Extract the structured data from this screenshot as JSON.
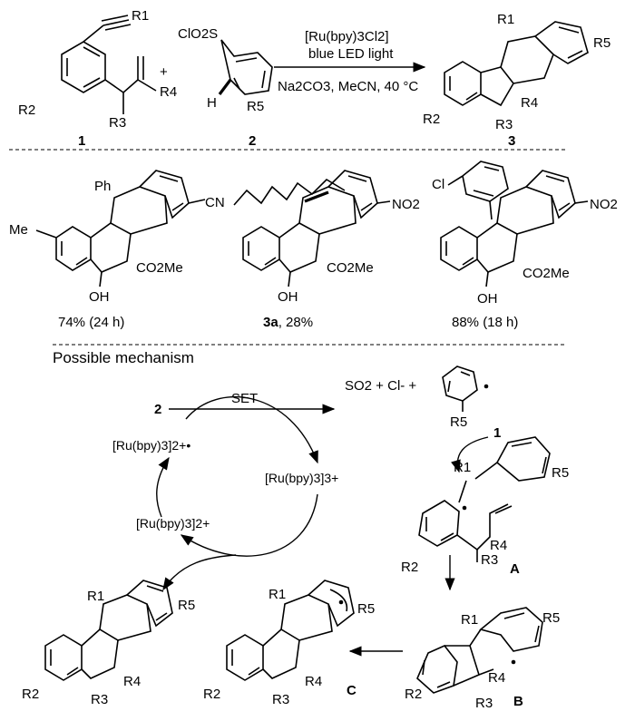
{
  "reaction": {
    "reagent1_label": "1",
    "reagent2_label": "2",
    "product_label": "3",
    "plus": "+",
    "catalyst": "[Ru(bpy)3Cl2]",
    "light": "blue LED light",
    "conditions": "Na2CO3, MeCN, 40 °C",
    "r1": "R1",
    "r2": "R2",
    "r3": "R3",
    "r4": "R4",
    "r5": "R5",
    "clo2s": "ClO2S",
    "h": "H"
  },
  "examples": [
    {
      "result": "74%  (24 h)",
      "subs": {
        "r1": "Ph",
        "left": "Me",
        "right": "CN",
        "ester": "CO2Me",
        "oh": "OH"
      }
    },
    {
      "result_bold": "3a",
      "result": ", 28%",
      "subs": {
        "right": "NO2",
        "ester": "CO2Me",
        "oh": "OH"
      }
    },
    {
      "result": "88%  (18 h)",
      "subs": {
        "aryl": "Cl",
        "right": "NO2",
        "ester": "CO2Me",
        "oh": "OH"
      }
    }
  ],
  "mechanism": {
    "title": "Possible mechanism",
    "start": "2",
    "set": "SET",
    "products": "SO2 + Cl- +",
    "ru_2plus_radical": "[Ru(bpy)3]2+•",
    "ru_3plus": "[Ru(bpy)3]3+",
    "ru_2plus": "[Ru(bpy)3]2+",
    "reagent1": "1",
    "label_A": "A",
    "label_B": "B",
    "label_C": "C"
  }
}
